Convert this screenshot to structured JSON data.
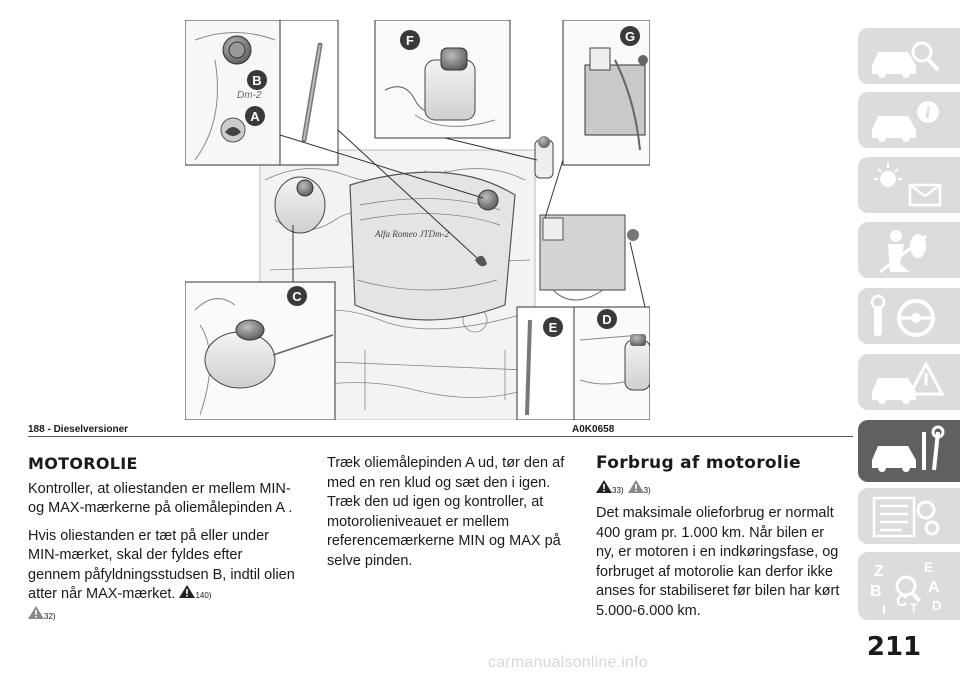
{
  "figure": {
    "callouts": [
      "A",
      "B",
      "C",
      "D",
      "E",
      "F",
      "G"
    ],
    "badge_text": "Alfa Romeo  JTDm-2",
    "mark_text": "Dm-2",
    "code": "A0K0658"
  },
  "header": {
    "section": "188 - Dieselversioner",
    "code": "A0K0658"
  },
  "col1": {
    "title": "MOTOROLIE",
    "p1": "Kontroller, at oliestanden er mellem MIN- og MAX-mærkerne på oliemålepinden A .",
    "p2": "Hvis oliestanden er tæt på eller under MIN-mærket, skal der fyldes efter gennem påfyldningsstudsen B, indtil olien atter når MAX-mærket.",
    "ref1": "140)",
    "ref2": "32)"
  },
  "col2": {
    "p1": "Træk oliemålepinden A ud, tør den af med en ren klud og sæt den i igen. Træk den ud igen og kontroller, at motorolieniveauet er mellem referencemærkerne MIN og MAX på selve pinden."
  },
  "col3": {
    "title": "Forbrug af motorolie",
    "ref1": "33)",
    "ref2": "3)",
    "p1": "Det maksimale olieforbrug er normalt 400 gram pr. 1.000 km. Når bilen er ny, er motoren i en indkøringsfase, og forbruget af motorolie kan derfor ikke anses for stabiliseret før bilen har kørt 5.000-6.000 km."
  },
  "page": {
    "number": "211"
  },
  "sidebar": {
    "active_index": 6,
    "tabs": [
      "car-search-icon",
      "car-info-icon",
      "lights-message-icon",
      "airbag-seat-icon",
      "key-steering-icon",
      "car-warning-icon",
      "car-tools-icon",
      "service-list-icon",
      "index-letters-icon"
    ],
    "index_letters": [
      "Z",
      "E",
      "B",
      "A",
      "C",
      "T",
      "D",
      "I"
    ]
  },
  "watermark": "carmanualsonline.info",
  "colors": {
    "accent": "#606060",
    "tab": "#dcdcdc",
    "callout": "#3a3a3a"
  }
}
